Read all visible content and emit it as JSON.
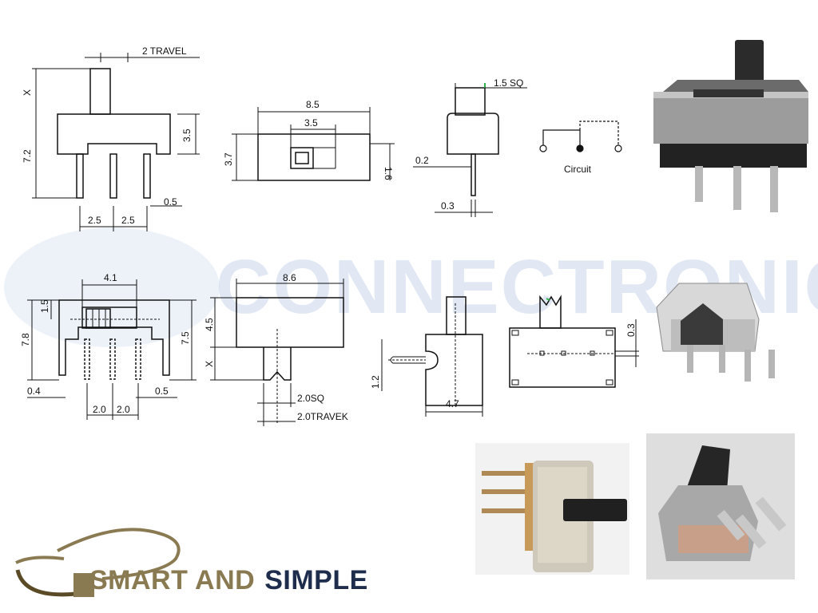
{
  "dimensions": {
    "travel_top": "2 TRAVEL",
    "x_top": "X",
    "h_72": "7.2",
    "h_35": "3.5",
    "w_05_top": "0.5",
    "w_25_a": "2.5",
    "w_25_b": "2.5",
    "w_85": "8.5",
    "w_35_top": "3.5",
    "h_37": "3.7",
    "h_16": "1.6",
    "sq_15": "1.5 SQ",
    "w_02": "0.2",
    "w_03_bot": "0.3",
    "circuit": "Circuit",
    "w_41": "4.1",
    "h_15": "1.5",
    "h_78": "7.8",
    "h_75": "7.5",
    "w_04": "0.4",
    "w_05_bot": "0.5",
    "w_20_a": "2.0",
    "w_20_b": "2.0",
    "w_86": "8.6",
    "h_45": "4.5",
    "x_mid": "X",
    "sq_20": "2.0SQ",
    "travek_20": "2.0TRAVEK",
    "h_12": "1.2",
    "w_47": "4.7",
    "h_03_right": "0.3"
  },
  "watermark": "CONNECTRONICS",
  "brand": {
    "part1": "SMART AND",
    "part2": "SIMPLE"
  },
  "colors": {
    "line": "#111111",
    "watermark": "#c9d7ea",
    "brand_gold": "#8a7a52",
    "brand_navy": "#1f2d4d",
    "accent_green": "#2db34a"
  }
}
